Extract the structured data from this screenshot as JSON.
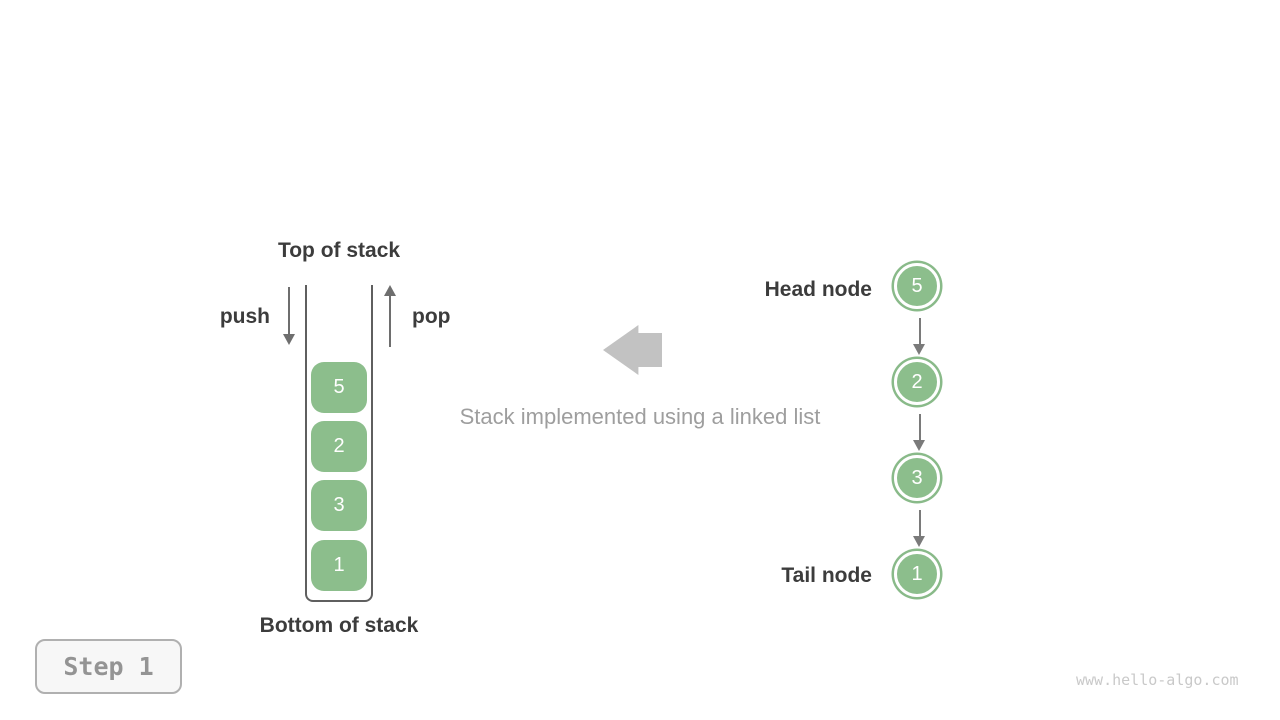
{
  "stack_panel": {
    "top_label": "Top of stack",
    "bottom_label": "Bottom of stack",
    "push_label": "push",
    "pop_label": "pop",
    "items": [
      "5",
      "2",
      "3",
      "1"
    ]
  },
  "caption": "Stack implemented using a linked list",
  "list_panel": {
    "head_label": "Head node",
    "tail_label": "Tail node",
    "nodes": [
      "5",
      "2",
      "3",
      "1"
    ]
  },
  "footer": {
    "step_label": "Step 1",
    "watermark": "www.hello-algo.com"
  },
  "colors": {
    "node_green": "#8cbe8c",
    "dark_text": "#3c3c3c",
    "muted_text": "#9e9e9e",
    "arrow_gray": "#6e6e6e",
    "big_arrow_gray": "#c2c2c2",
    "container_border": "#5f5f5f",
    "watermark_gray": "#c9c9c9"
  }
}
